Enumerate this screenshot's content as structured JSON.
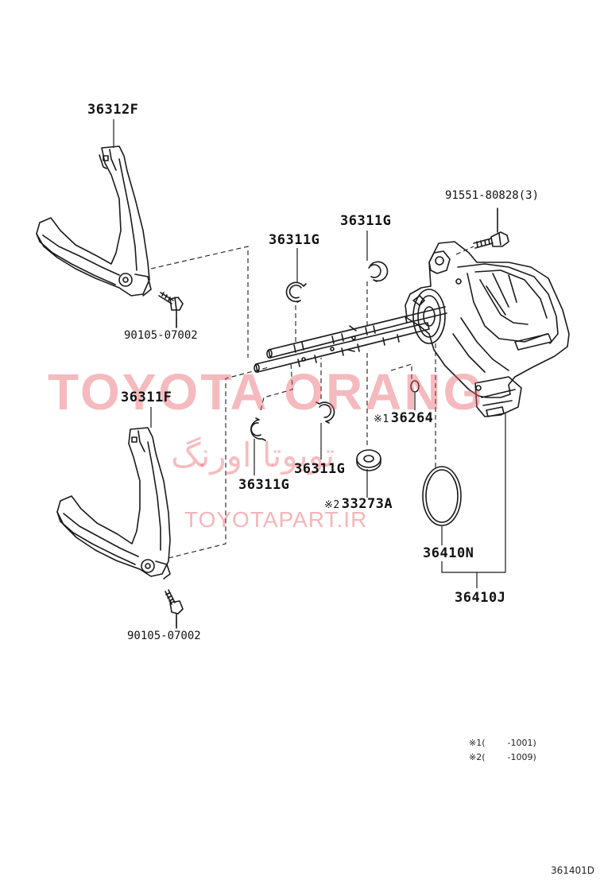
{
  "labels": {
    "fork_upper": "36312F",
    "fork_lower": "36311F",
    "bolt_upper": "90105-07002",
    "bolt_lower": "90105-07002",
    "snap_ring_top_left": "36311G",
    "snap_ring_top_right": "36311G",
    "snap_ring_bottom_right": "36311G",
    "snap_ring_bottom_left": "36311G",
    "actuator_bolt": "91551-80828(3)",
    "o_ring_small": "36264",
    "washer": "33273A",
    "o_ring_large": "36410N",
    "actuator_assy": "36410J",
    "mark1": "※1",
    "mark2": "※2"
  },
  "notes": [
    {
      "mark": "※1",
      "text": "(        -1001)"
    },
    {
      "mark": "※2",
      "text": "(        -1009)"
    }
  ],
  "diagram_code": "361401D",
  "watermark": {
    "main": "TOYOTA ORANG",
    "persian": "تویوتا اورنگ",
    "url": "TOYOTAPART.IR"
  },
  "colors": {
    "line": "#1a1a1a",
    "watermark": "#e85a64"
  }
}
